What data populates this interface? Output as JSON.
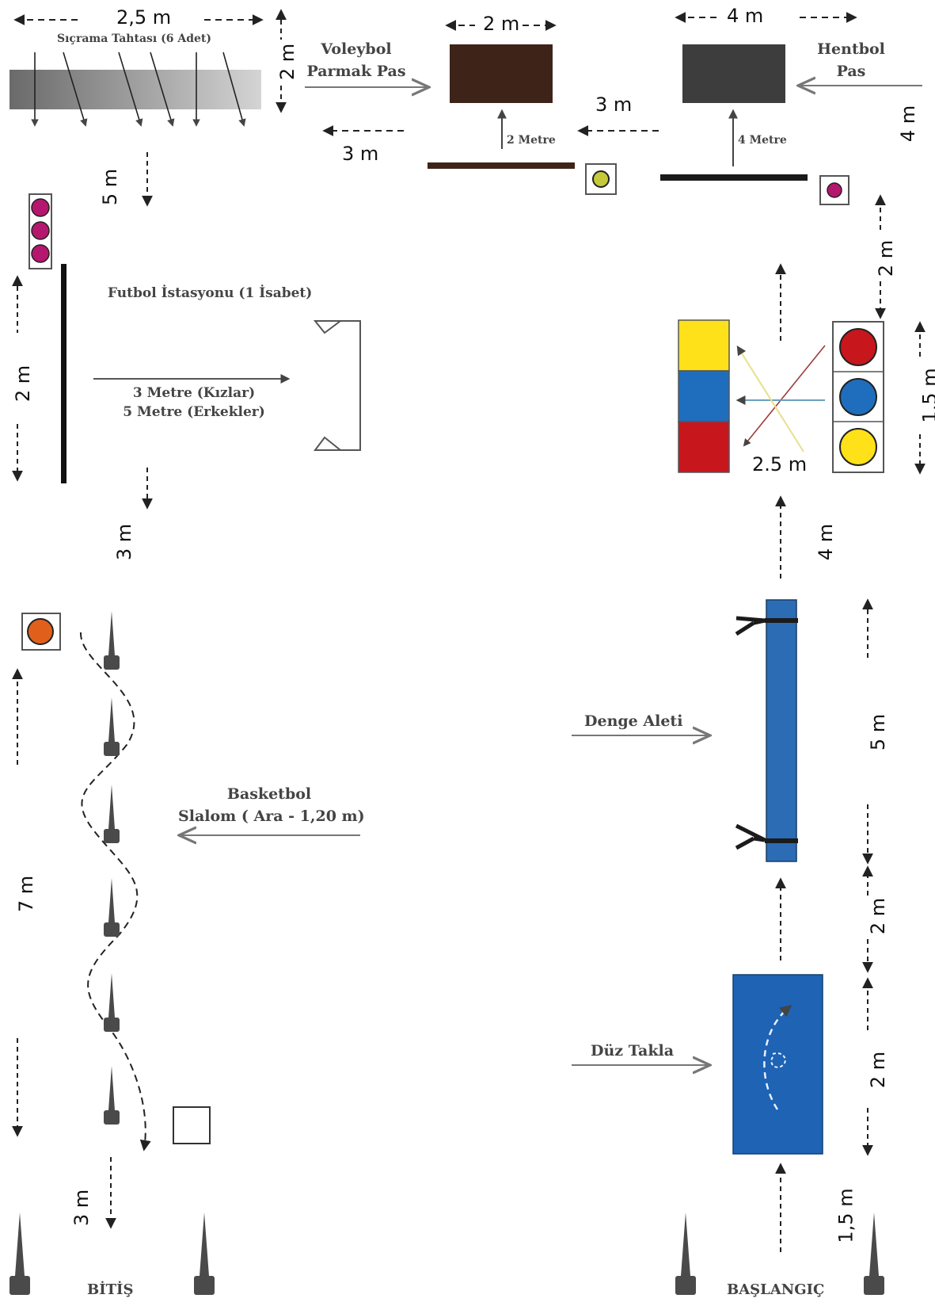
{
  "labels": {
    "sicrama": "Sıçrama Tahtası (6 Adet)",
    "voleybol_1": "Voleybol",
    "voleybol_2": "Parmak Pas",
    "hentbol_1": "Hentbol",
    "hentbol_2": "Pas",
    "futbol": "Futbol İstasyonu (1 İsabet)",
    "futbol_kiz": "3 Metre (Kızlar)",
    "futbol_erkek": "5 Metre (Erkekler)",
    "basketbol_1": "Basketbol",
    "basketbol_2": "Slalom ( Ara - 1,20 m)",
    "denge": "Denge Aleti",
    "takla": "Düz Takla",
    "bitis": "BİTİŞ",
    "baslangic": "BAŞLANGIÇ",
    "volley_2metre": "2 Metre",
    "hent_4metre": "4 Metre"
  },
  "measurements": {
    "top_2_5m": "2,5 m",
    "jump_height_2m": "2 m",
    "volley_width_2m": "2 m",
    "hent_width_4m": "4 m",
    "hent_to_volley_3m": "3 m",
    "volley_to_jump_3m": "3 m",
    "hent_side_4m": "4 m",
    "jump_down_5m": "5 m",
    "right_2m": "2 m",
    "color_1_5m": "1,5 m",
    "color_2_5m": "2.5 m",
    "futbol_2m": "2 m",
    "futbol_down_3m": "3 m",
    "denge_up_4m": "4 m",
    "denge_5m": "5 m",
    "gap_2m": "2 m",
    "takla_2m": "2 m",
    "start_1_5m": "1,5 m",
    "slalom_7m": "7 m",
    "finish_3m": "3 m"
  },
  "colors": {
    "volleyball_mat": "#3e2418",
    "handball_mat": "#3d3d3d",
    "balance_beam": "#2b6cb5",
    "tumbling_mat": "#1e63b4",
    "yellow": "#ffe11a",
    "blue": "#1f6ebd",
    "red": "#c8161d",
    "magenta": "#b5166e",
    "orange": "#e0601b",
    "lime": "#c6c93a",
    "cone": "#4a4a4a"
  },
  "icons": {
    "cone": "cone-icon",
    "ball": "ball-icon",
    "goal": "goal-icon",
    "hurdle": "hurdle-icon"
  }
}
